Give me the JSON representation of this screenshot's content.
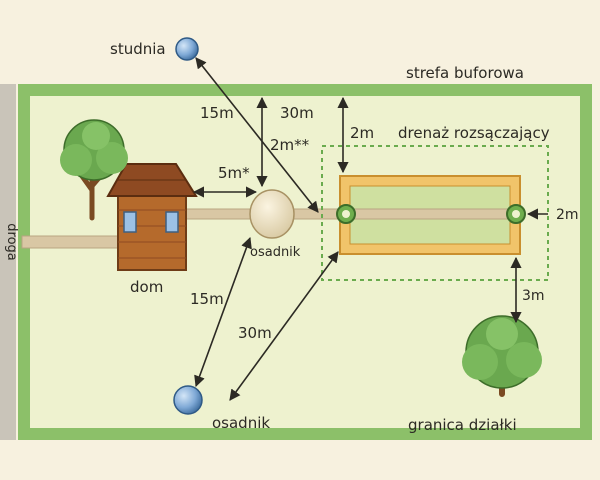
{
  "labels": {
    "well": "studnia",
    "buffer_zone": "strefa buforowa",
    "drainage": "drenaż rozsączający",
    "house": "dom",
    "septic_tank": "osadnik",
    "bottom_well": "osadnik",
    "road": "droga",
    "plot_boundary": "granica działki"
  },
  "distances": {
    "well_to_house": "15m",
    "well_to_drainage": "30m",
    "septic_to_building": "2m**",
    "house_to_septic": "5m*",
    "drain_to_buffer": "2m",
    "drain_right": "2m",
    "drain_to_tree": "3m",
    "septic_to_bottom_well": "15m",
    "drainage_to_bottom_well": "30m"
  },
  "colors": {
    "paper": "#f7f1df",
    "lawn": "#eef2cf",
    "border_green": "#8cc069",
    "pipe": "#d9c7a4",
    "house_wood": "#b56a2c",
    "roof": "#8e4a22",
    "drain_outer": "#f1c46a",
    "drain_inner": "#cfe0a0",
    "water_blue": "#7fa9d6",
    "road_gray": "#c9c4b9"
  }
}
